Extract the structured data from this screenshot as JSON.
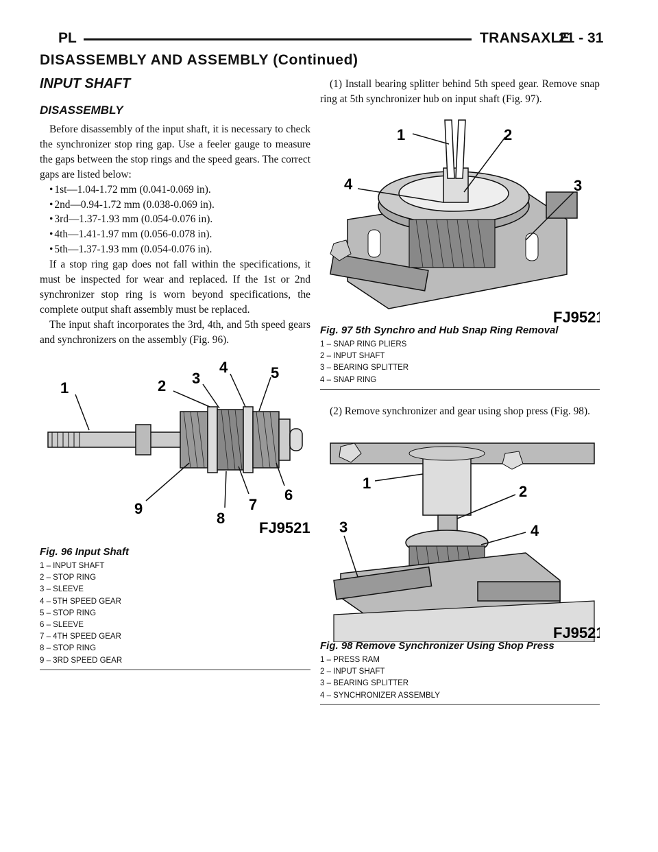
{
  "header": {
    "left": "PL",
    "right": "TRANSAXLE",
    "page": "21 - 31"
  },
  "continued_title": "DISASSEMBLY AND ASSEMBLY (Continued)",
  "section_title": "INPUT SHAFT",
  "subsection_title": "DISASSEMBLY",
  "left_column": {
    "intro": "Before disassembly of the input shaft, it is necessary to check the synchronizer stop ring gap. Use a feeler gauge to measure the gaps between the stop rings and the speed gears. The correct gaps are listed below:",
    "bullets": [
      "1st—1.04-1.72 mm (0.041-0.069 in).",
      "2nd—0.94-1.72 mm (0.038-0.069 in).",
      "3rd—1.37-1.93 mm (0.054-0.076 in).",
      "4th—1.41-1.97 mm (0.056-0.078 in).",
      "5th—1.37-1.93 mm (0.054-0.076 in)."
    ],
    "para2": "If a stop ring gap does not fall within the specifications, it must be inspected for wear and replaced. If the 1st or 2nd synchronizer stop ring is worn beyond specifications, the complete output shaft assembly must be replaced.",
    "para3": "The input shaft incorporates the 3rd, 4th, and 5th speed gears and synchronizers on the assembly (Fig. 96)."
  },
  "right_column": {
    "step1": "(1) Install bearing splitter behind 5th speed gear. Remove snap ring at 5th synchronizer hub on input shaft (Fig. 97).",
    "step2": "(2) Remove synchronizer and gear using shop press (Fig. 98)."
  },
  "fig96": {
    "id": "FJ9521-79",
    "caption": "Fig. 96 Input Shaft",
    "callouts": [
      "1",
      "2",
      "3",
      "4",
      "5",
      "6",
      "7",
      "8",
      "9"
    ],
    "legend": [
      "1 – INPUT SHAFT",
      "2 – STOP RING",
      "3 – SLEEVE",
      "4 – 5TH SPEED GEAR",
      "5 – STOP RING",
      "6 – SLEEVE",
      "7 – 4TH SPEED GEAR",
      "8 – STOP RING",
      "9 – 3RD SPEED GEAR"
    ]
  },
  "fig97": {
    "id": "FJ9521-21",
    "caption": "Fig. 97 5th Synchro and Hub Snap Ring Removal",
    "callouts": [
      "1",
      "2",
      "3",
      "4"
    ],
    "legend": [
      "1 – SNAP RING PLIERS",
      "2 – INPUT SHAFT",
      "3 – BEARING SPLITTER",
      "4 – SNAP RING"
    ]
  },
  "fig98": {
    "id": "FJ9521-22",
    "caption": "Fig. 98 Remove Synchronizer Using Shop Press",
    "callouts": [
      "1",
      "2",
      "3",
      "4"
    ],
    "legend": [
      "1 – PRESS RAM",
      "2 – INPUT SHAFT",
      "3 – BEARING SPLITTER",
      "4 – SYNCHRONIZER ASSEMBLY"
    ]
  }
}
